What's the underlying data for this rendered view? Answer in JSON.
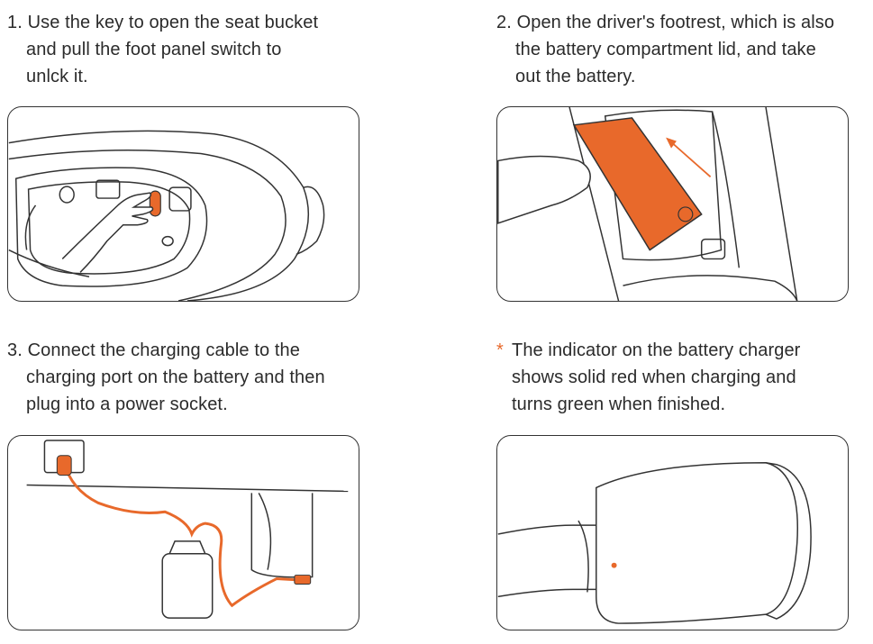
{
  "steps": [
    {
      "number": "1.",
      "lines": [
        "Use the key to open the seat bucket",
        "and pull the foot panel switch to",
        "unlck it."
      ]
    },
    {
      "number": "2.",
      "lines": [
        "Open the driver's footrest, which is also",
        "the battery compartment lid, and take",
        "out the battery."
      ]
    },
    {
      "number": "3.",
      "lines": [
        "Connect the charging cable to the",
        "charging port on the battery and then",
        "plug into a power socket."
      ]
    },
    {
      "mark": "*",
      "lines": [
        "The indicator on the battery charger",
        "shows solid red when charging and",
        "turns green when finished."
      ]
    }
  ],
  "illustrations": {
    "panel1": "seat-bucket-illustration",
    "panel2": "battery-removal-illustration",
    "panel3": "charging-connection-illustration",
    "panel4": "charger-indicator-illustration"
  },
  "colors": {
    "accent": "#e8692b",
    "line": "#333333",
    "text": "#2b2b2b"
  }
}
